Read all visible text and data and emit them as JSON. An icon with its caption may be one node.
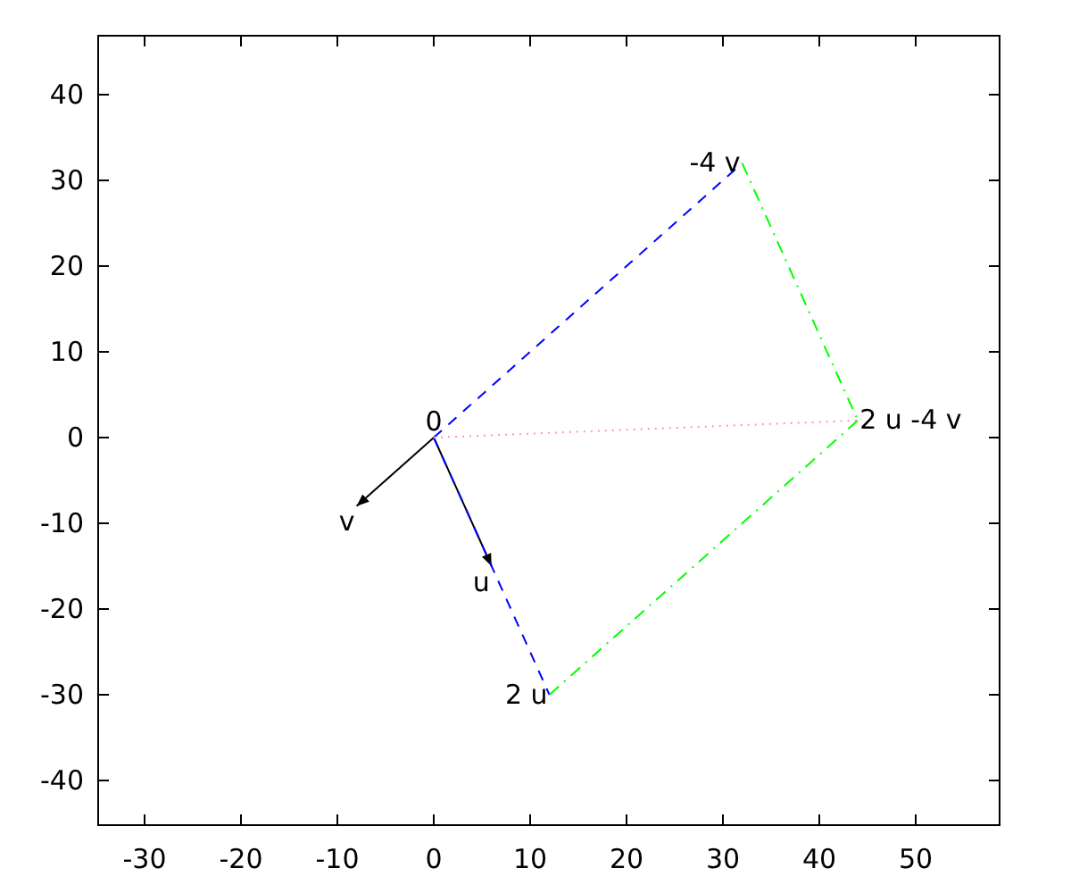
{
  "diagram": {
    "nodes": [
      {
        "text": [
          "0"
        ]
      },
      {
        "text": [
          "v"
        ]
      },
      {
        "text": [
          "u"
        ]
      },
      {
        "text": [
          "2 u"
        ]
      },
      {
        "text": [
          "-4 v"
        ]
      },
      {
        "text": [
          "2 u -4 v"
        ]
      }
    ],
    "edges": [
      {
        "from": 0,
        "to": 1,
        "arrow": "to"
      },
      {
        "from": 0,
        "to": 2,
        "arrow": "to"
      },
      {
        "from": 0,
        "to": 3,
        "arrow": "none",
        "style": "dashed",
        "color": "#0000ff"
      },
      {
        "from": 0,
        "to": 4,
        "arrow": "none",
        "style": "dashed",
        "color": "#0000ff"
      },
      {
        "from": 4,
        "to": 5,
        "arrow": "none",
        "style": "dashed",
        "color": "#00ff00"
      },
      {
        "from": 3,
        "to": 5,
        "arrow": "none",
        "style": "dashed",
        "color": "#00ff00"
      },
      {
        "from": 0,
        "to": 5,
        "arrow": "none",
        "style": "dashed",
        "color": "#ff9999"
      }
    ],
    "labels": [
      "40",
      "30",
      "20",
      "10",
      "0",
      "-10",
      "-20",
      "-30",
      "-40",
      "-30",
      "-20",
      "-10",
      "0",
      "10",
      "20",
      "30",
      "40",
      "50"
    ]
  }
}
